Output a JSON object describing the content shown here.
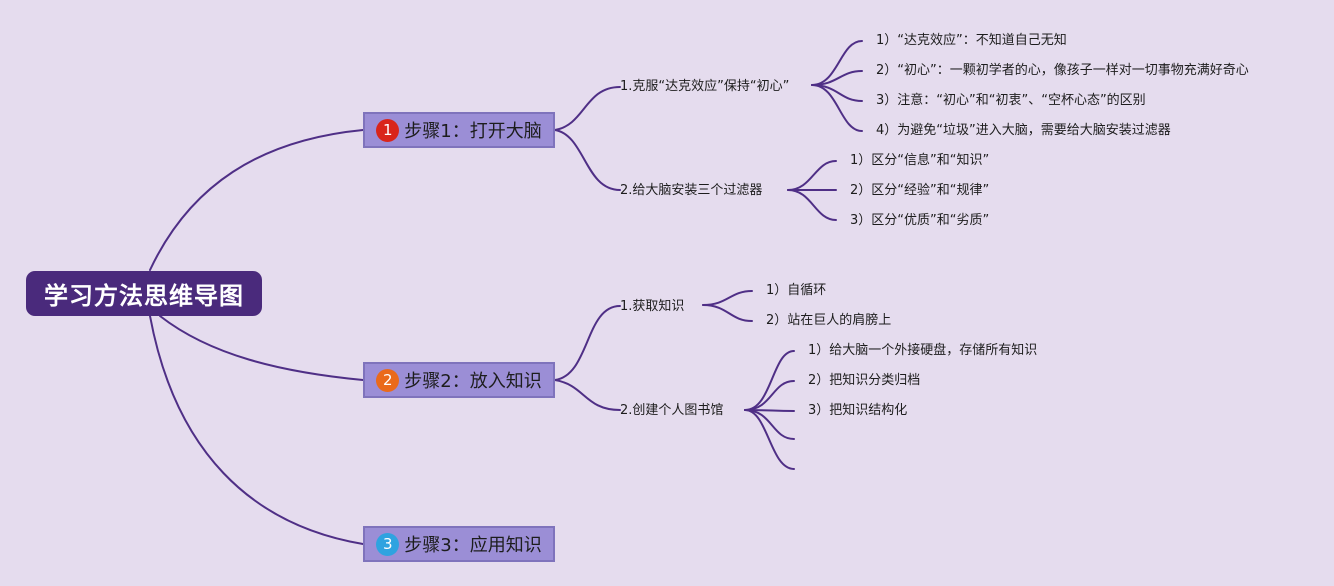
{
  "root": {
    "label": "学习方法思维导图",
    "color": "#4a2a7c"
  },
  "steps": [
    {
      "badge": "1",
      "badge_color": "#d9251b",
      "label": "步骤1：打开大脑",
      "branches": [
        {
          "label": "1.克服“达克效应”保持“初心”",
          "items": [
            "1）“达克效应”：不知道自己无知",
            "2）“初心”：一颗初学者的心，像孩子一样对一切事物充满好奇心",
            "3）注意：“初心”和“初衷”、“空杯心态”的区别",
            "4）为避免“垃圾”进入大脑，需要给大脑安装过滤器"
          ]
        },
        {
          "label": "2.给大脑安装三个过滤器",
          "items": [
            "1）区分“信息”和“知识”",
            "2）区分“经验”和“规律”",
            "3）区分“优质”和“劣质”"
          ]
        }
      ]
    },
    {
      "badge": "2",
      "badge_color": "#ea6a1b",
      "label": "步骤2：放入知识",
      "branches": [
        {
          "label": "1.获取知识",
          "items": [
            "1）自循环",
            "2）站在巨人的肩膀上"
          ]
        },
        {
          "label": "2.创建个人图书馆",
          "items": [
            "1）给大脑一个外接硬盘，存储所有知识",
            "2）把知识分类归档",
            "3）把知识结构化"
          ]
        }
      ]
    },
    {
      "badge": "3",
      "badge_color": "#2fa3e0",
      "label": "步骤3：应用知识",
      "branches": []
    }
  ],
  "colors": {
    "background": "#e5dcee",
    "line": "#4f2f86",
    "step_fill": "#9b8ed6"
  }
}
